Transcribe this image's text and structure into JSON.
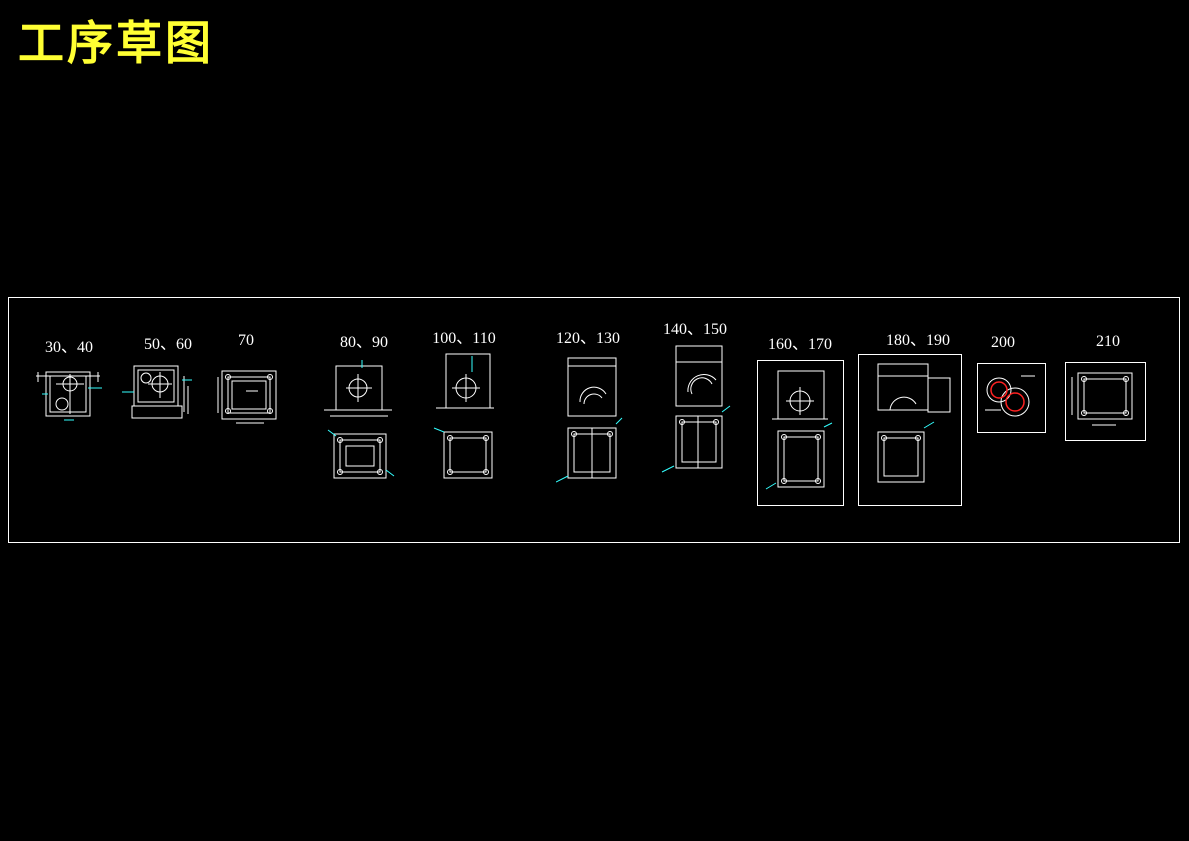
{
  "title": "工序草图",
  "colors": {
    "background": "#000000",
    "title": "#ffff33",
    "lines": "#ffffff",
    "dimension": "#33ffff",
    "highlight": "#ff2222"
  },
  "steps": [
    {
      "label": "30、40"
    },
    {
      "label": "50、60"
    },
    {
      "label": "70"
    },
    {
      "label": "80、90"
    },
    {
      "label": "100、110"
    },
    {
      "label": "120、130"
    },
    {
      "label": "140、150"
    },
    {
      "label": "160、170"
    },
    {
      "label": "180、190"
    },
    {
      "label": "200"
    },
    {
      "label": "210"
    }
  ]
}
